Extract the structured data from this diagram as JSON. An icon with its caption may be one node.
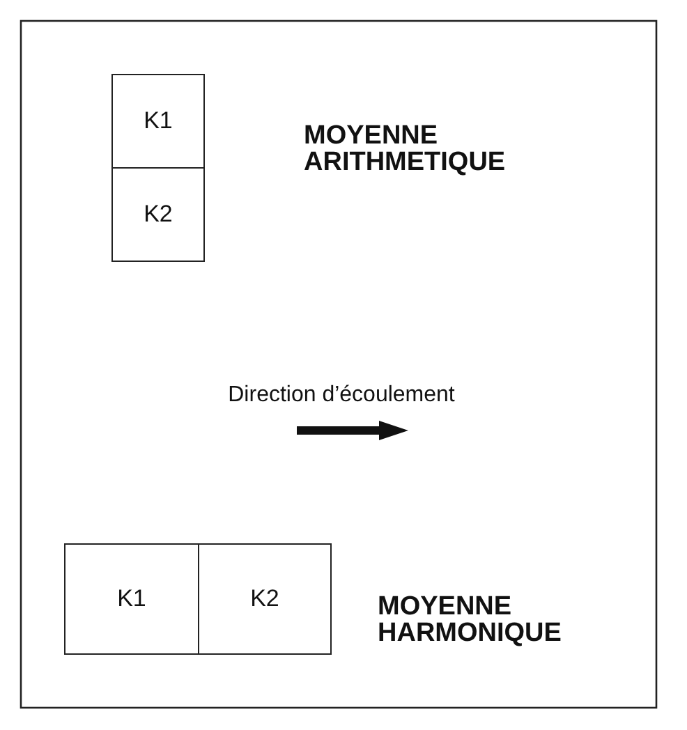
{
  "diagram": {
    "nodes": [
      {
        "text": [
          "K1"
        ]
      },
      {
        "text": [
          "K2"
        ]
      },
      {
        "text": [
          "K1"
        ]
      },
      {
        "text": [
          "K2"
        ]
      }
    ],
    "labels": [
      "MOYENNE ARITHMETIQUE",
      "Direction d’écoulement",
      "MOYENNE HARMONIQUE"
    ]
  }
}
